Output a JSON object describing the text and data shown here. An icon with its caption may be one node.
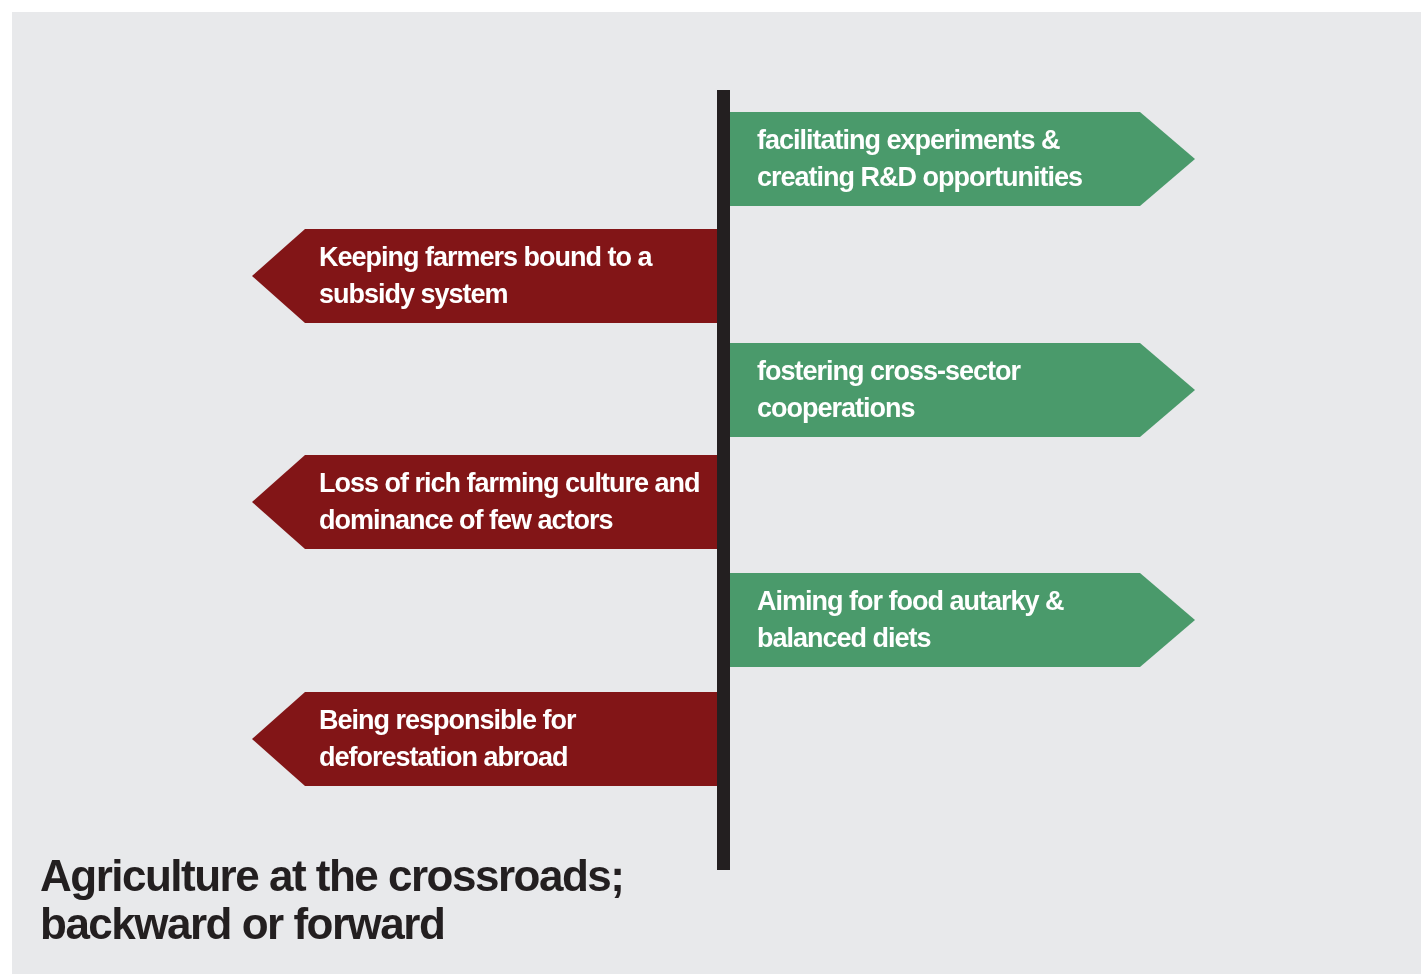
{
  "diagram": {
    "title": "Agriculture at the crossroads; backward or forward",
    "nodes": [
      {
        "text": [
          "facilitating experiments & creating R&D opportunities"
        ]
      },
      {
        "text": [
          "Keeping farmers bound to a subsidy system"
        ]
      },
      {
        "text": [
          "fostering cross-sector cooperations"
        ]
      },
      {
        "text": [
          "Loss of rich farming culture and dominance of few actors"
        ]
      },
      {
        "text": [
          "Aiming for food autarky & balanced diets"
        ]
      },
      {
        "text": [
          "Being responsible for deforestation abroad"
        ]
      }
    ]
  }
}
